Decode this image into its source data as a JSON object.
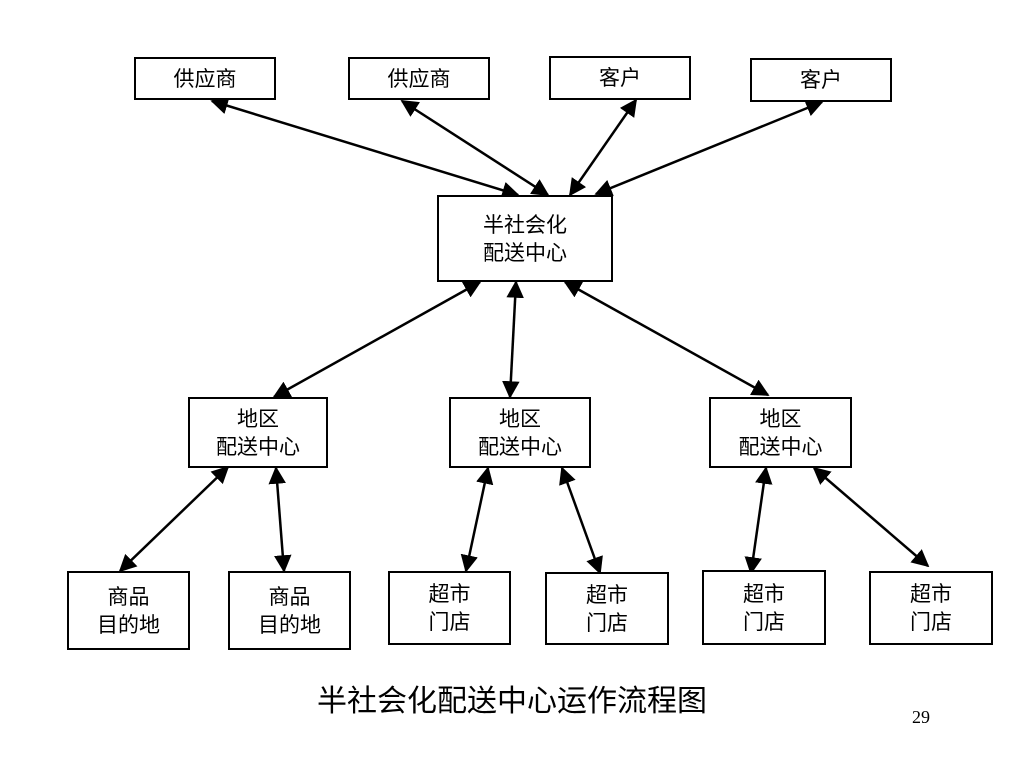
{
  "nodes": {
    "supplier_1": [
      "供应商"
    ],
    "supplier_2": [
      "供应商"
    ],
    "customer_1": [
      "客户"
    ],
    "customer_2": [
      "客户"
    ],
    "center": [
      "半社会化",
      "配送中心"
    ],
    "regional_1": [
      "地区",
      "配送中心"
    ],
    "regional_2": [
      "地区",
      "配送中心"
    ],
    "regional_3": [
      "地区",
      "配送中心"
    ],
    "origin_1": [
      "商品",
      "目的地"
    ],
    "origin_2": [
      "商品",
      "目的地"
    ],
    "store_1": [
      "超市",
      "门店"
    ],
    "store_2": [
      "超市",
      "门店"
    ],
    "store_3": [
      "超市",
      "门店"
    ],
    "store_4": [
      "超市",
      "门店"
    ]
  },
  "edges": [
    [
      "supplier_1",
      "center",
      "both"
    ],
    [
      "supplier_2",
      "center",
      "both"
    ],
    [
      "customer_1",
      "center",
      "both"
    ],
    [
      "customer_2",
      "center",
      "both"
    ],
    [
      "center",
      "regional_1",
      "both"
    ],
    [
      "center",
      "regional_2",
      "both"
    ],
    [
      "center",
      "regional_3",
      "both"
    ],
    [
      "regional_1",
      "origin_1",
      "both"
    ],
    [
      "regional_1",
      "origin_2",
      "both"
    ],
    [
      "regional_2",
      "store_1",
      "both"
    ],
    [
      "regional_2",
      "store_2",
      "both"
    ],
    [
      "regional_3",
      "store_3",
      "both"
    ],
    [
      "regional_3",
      "store_4",
      "both"
    ]
  ],
  "caption": "半社会化配送中心运作流程图",
  "page_number": "29"
}
